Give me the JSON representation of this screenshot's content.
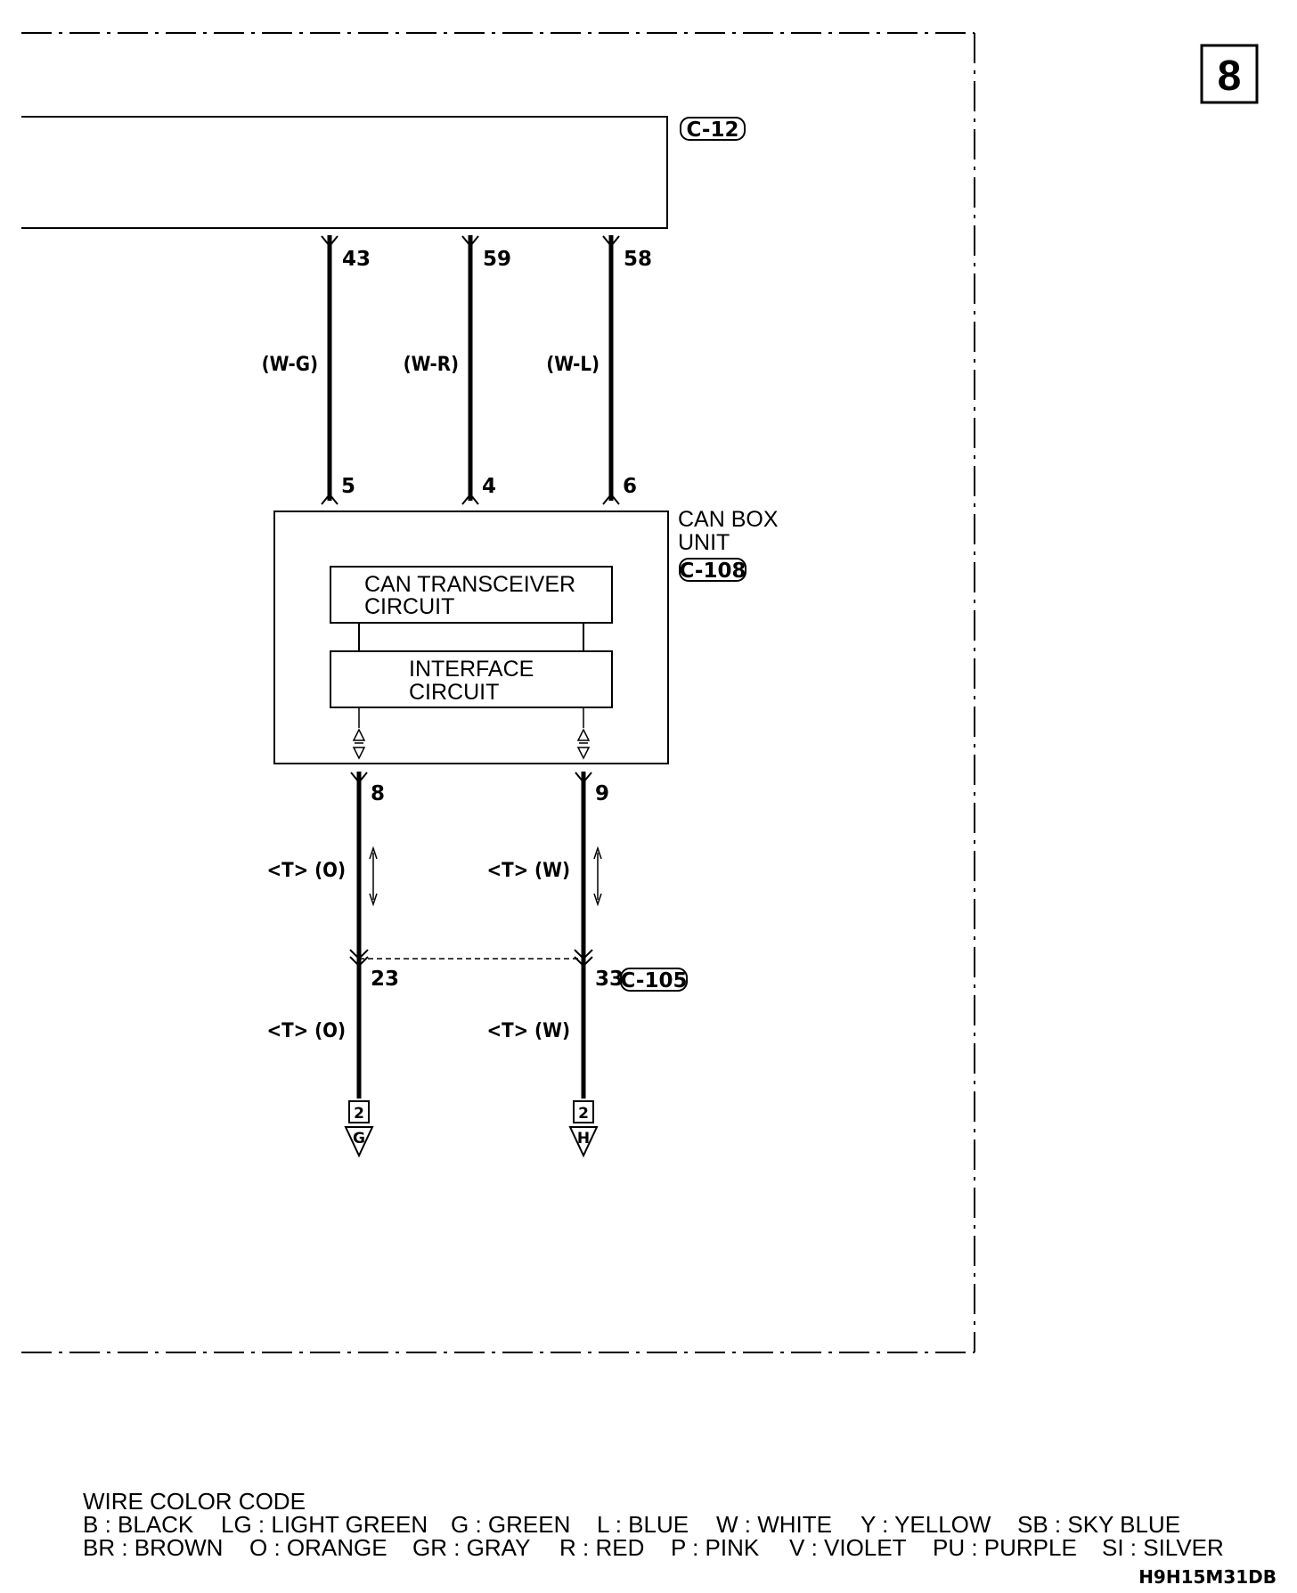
{
  "page_number": "8",
  "connectors": {
    "top_unit": "C-12",
    "can_box": "C-108",
    "junction": "C-105"
  },
  "can_box": {
    "name_line1": "CAN BOX",
    "name_line2": "UNIT",
    "transceiver_line1": "CAN TRANSCEIVER",
    "transceiver_line2": "CIRCUIT",
    "interface_line1": "INTERFACE",
    "interface_line2": "CIRCUIT"
  },
  "upper_wires": [
    {
      "pin_top": "43",
      "color": "(W-G)",
      "pin_bottom": "5"
    },
    {
      "pin_top": "59",
      "color": "(W-R)",
      "pin_bottom": "4"
    },
    {
      "pin_top": "58",
      "color": "(W-L)",
      "pin_bottom": "6"
    }
  ],
  "lower_wires": [
    {
      "pin_unit": "8",
      "color_upper": "<T> (O)",
      "pin_junction": "23",
      "color_lower": "<T> (O)",
      "ref_number": "2",
      "ref_letter": "G"
    },
    {
      "pin_unit": "9",
      "color_upper": "<T> (W)",
      "pin_junction": "33",
      "color_lower": "<T> (W)",
      "ref_number": "2",
      "ref_letter": "H"
    }
  ],
  "legend": {
    "title": "WIRE COLOR CODE",
    "row1": [
      "B : BLACK",
      "LG : LIGHT GREEN",
      "G : GREEN",
      "L : BLUE",
      "W : WHITE",
      "Y : YELLOW",
      "SB : SKY BLUE"
    ],
    "row2": [
      "BR : BROWN",
      "O : ORANGE",
      "GR : GRAY",
      "R : RED",
      "P : PINK",
      "V : VIOLET",
      "PU : PURPLE",
      "SI : SILVER"
    ]
  },
  "diagram_code": "H9H15M31DB"
}
